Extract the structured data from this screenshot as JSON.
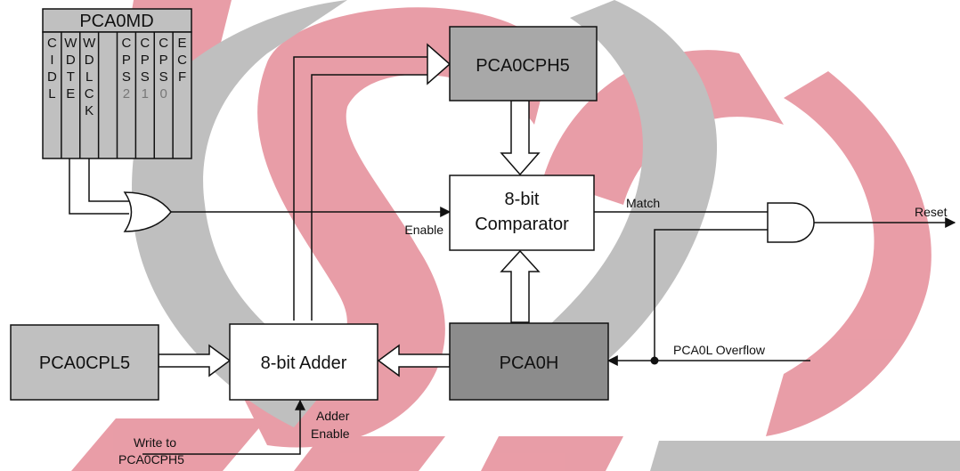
{
  "register": {
    "name": "PCA0MD",
    "bits": [
      {
        "name": "CIDL",
        "chars": [
          "C",
          "I",
          "D",
          "L"
        ]
      },
      {
        "name": "WDTE",
        "chars": [
          "W",
          "D",
          "T",
          "E"
        ]
      },
      {
        "name": "WDLCK",
        "chars": [
          "W",
          "D",
          "L",
          "C",
          "K"
        ]
      },
      {
        "name": "blank",
        "chars": []
      },
      {
        "name": "CPS2",
        "chars": [
          "C",
          "P",
          "S",
          "2"
        ]
      },
      {
        "name": "CPS1",
        "chars": [
          "C",
          "P",
          "S",
          "1"
        ]
      },
      {
        "name": "CPS0",
        "chars": [
          "C",
          "P",
          "S",
          "0"
        ]
      },
      {
        "name": "ECF",
        "chars": [
          "E",
          "C",
          "F"
        ]
      }
    ]
  },
  "blocks": {
    "pca0cph5": "PCA0CPH5",
    "comparator_line1": "8-bit",
    "comparator_line2": "Comparator",
    "pca0cpl5": "PCA0CPL5",
    "adder": "8-bit Adder",
    "pca0h": "PCA0H"
  },
  "signals": {
    "enable": "Enable",
    "match": "Match",
    "reset": "Reset",
    "overflow": "PCA0L Overflow",
    "adder_enable_1": "Adder",
    "adder_enable_2": "Enable",
    "write_to_1": "Write to",
    "write_to_2": "PCA0CPH5"
  },
  "colors": {
    "block_gray": "#c0c0c0",
    "block_dark": "#8c8c8c",
    "watermark_red": "#e58c98",
    "watermark_gray": "#b4b4b4"
  }
}
